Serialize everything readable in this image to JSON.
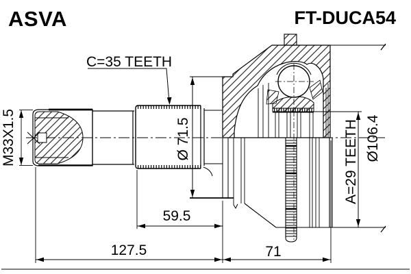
{
  "header": {
    "brand": "ASVA",
    "part_number": "FT-DUCA54"
  },
  "annotations": {
    "outer_spline_label": "C=35 TEETH",
    "thread_size_label": "M33X1.5",
    "boot_groove_diameter_label": "Ø 71.5",
    "hub_spline_label": "A=29 TEETH",
    "abs_ring_diameter_label": "Ø106.4"
  },
  "dimensions": {
    "spline_section_length": "59.5",
    "shaft_length": "127.5",
    "housing_length": "71"
  },
  "colors": {
    "ink": "#000000",
    "background": "#ffffff"
  }
}
